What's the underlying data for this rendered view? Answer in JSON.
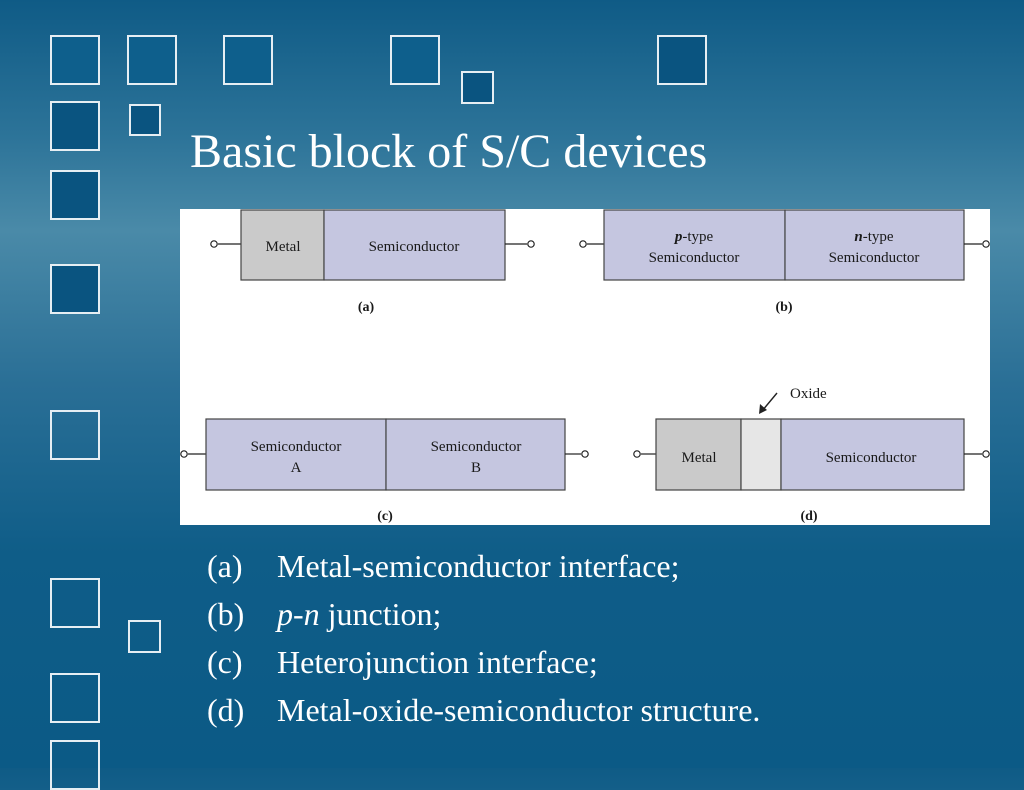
{
  "slide": {
    "title": "Basic block of S/C devices"
  },
  "figure": {
    "panels": {
      "a": {
        "label": "(a)",
        "left_block": "Metal",
        "right_block": "Semiconductor"
      },
      "b": {
        "label": "(b)",
        "left_prefix": "p",
        "left_suffix": "-type",
        "left_line2": "Semiconductor",
        "right_prefix": "n",
        "right_suffix": "-type",
        "right_line2": "Semiconductor"
      },
      "c": {
        "label": "(c)",
        "left_line1": "Semiconductor",
        "left_line2": "A",
        "right_line1": "Semiconductor",
        "right_line2": "B"
      },
      "d": {
        "label": "(d)",
        "left_block": "Metal",
        "oxide_label": "Oxide",
        "right_block": "Semiconductor"
      }
    }
  },
  "captions": [
    {
      "label": "(a)",
      "text": "Metal-semiconductor interface;"
    },
    {
      "label": "(b)",
      "italic": "p-n",
      "text": " junction;"
    },
    {
      "label": "(c)",
      "text": "Heterojunction interface;"
    },
    {
      "label": "(d)",
      "text": "Metal-oxide-semiconductor structure."
    }
  ],
  "colors": {
    "background_top": "#0f5b86",
    "background_mid": "#4a8aa8",
    "background_bottom": "#0b5a86",
    "metal_fill": "#cacaca",
    "semiconductor_fill": "#c5c6e0",
    "oxide_fill": "#e6e6e6",
    "title_text": "#ffffff"
  }
}
